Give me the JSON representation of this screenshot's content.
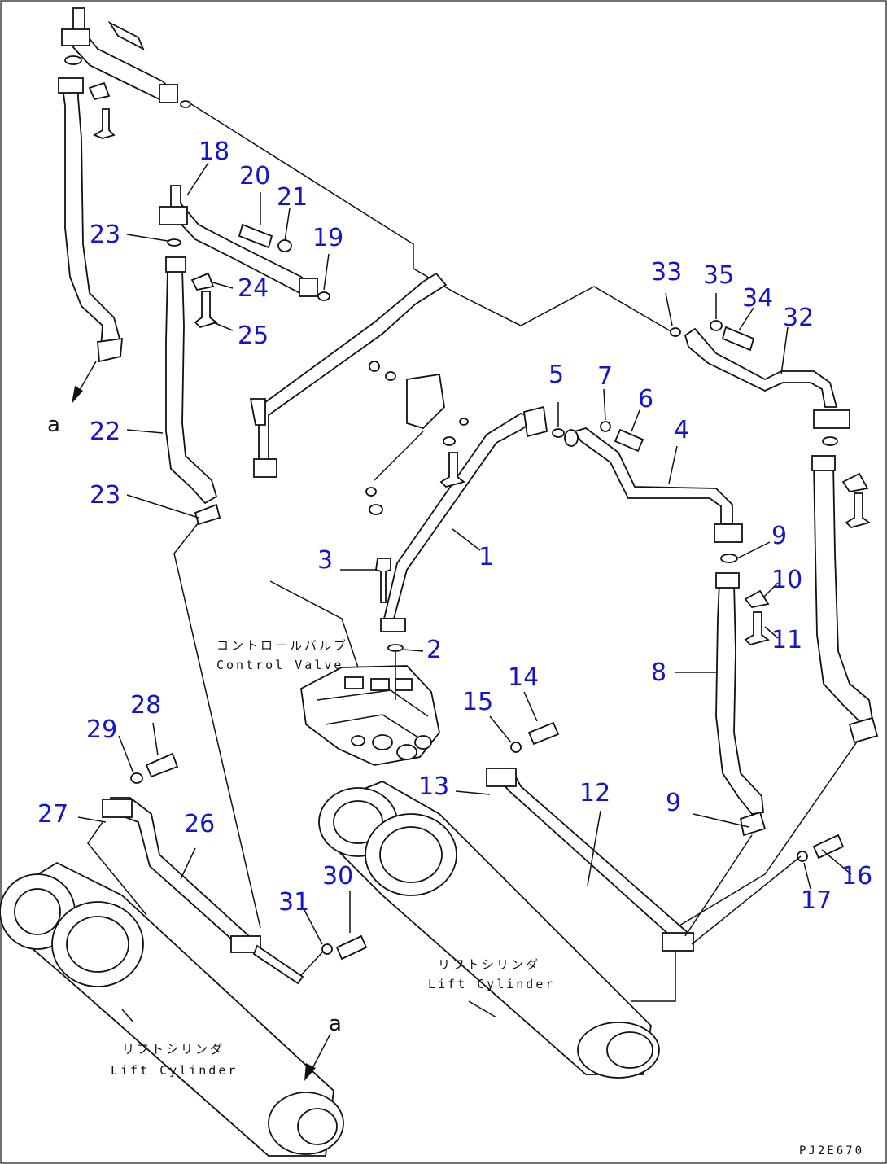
{
  "callouts": {
    "c1": "1",
    "c2": "2",
    "c3": "3",
    "c4": "4",
    "c5": "5",
    "c6": "6",
    "c7": "7",
    "c8": "8",
    "c9a": "9",
    "c9b": "9",
    "c10": "10",
    "c11": "11",
    "c12": "12",
    "c13": "13",
    "c14": "14",
    "c15": "15",
    "c16": "16",
    "c17": "17",
    "c18": "18",
    "c19": "19",
    "c20": "20",
    "c21": "21",
    "c22": "22",
    "c23a": "23",
    "c23b": "23",
    "c24": "24",
    "c25": "25",
    "c26": "26",
    "c27": "27",
    "c28": "28",
    "c29": "29",
    "c30": "30",
    "c31": "31",
    "c32": "32",
    "c33": "33",
    "c34": "34",
    "c35": "35"
  },
  "labels": {
    "control_valve_jp": "コントロールバルブ",
    "control_valve_en": "Control Valve",
    "lift_cylinder_right_jp": "リフトシリンダ",
    "lift_cylinder_right_en": "Lift Cylinder",
    "lift_cylinder_left_jp": "リフトシリンダ",
    "lift_cylinder_left_en": "Lift Cylinder",
    "ref_a_top": "a",
    "ref_a_bottom": "a",
    "drawing_code": "PJ2E670"
  },
  "colors": {
    "callout": "#1515cc",
    "line": "#111111",
    "background": "#ffffff"
  }
}
